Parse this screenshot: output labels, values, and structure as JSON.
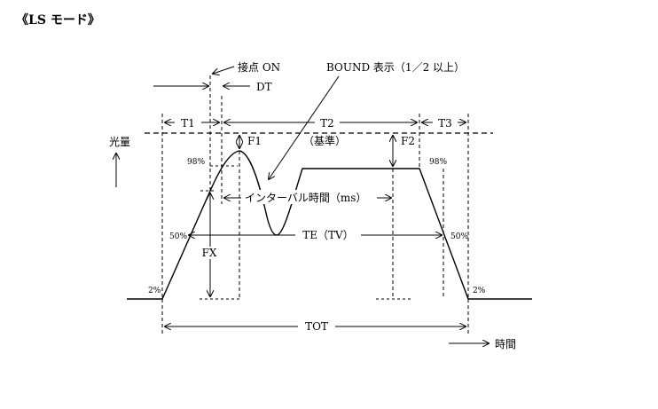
{
  "page_title": "《LS モード》",
  "labels": {
    "contact_on": "接点 ON",
    "dt": "DT",
    "bound": "BOUND 表示（1／2 以上）",
    "t1": "T1",
    "t2": "T2",
    "t3": "T3",
    "light_amount": "光量",
    "f1": "F1",
    "reference": "（基準）",
    "f2": "F2",
    "pct98_left": "98%",
    "pct98_right": "98%",
    "interval": "インターバル時間（ms）",
    "pct50_left": "50%",
    "te_tv": "TE（TV）",
    "pct50_right": "50%",
    "fx": "FX",
    "pct2_left": "2%",
    "pct2_right": "2%",
    "tot": "TOT",
    "time": "時間"
  }
}
